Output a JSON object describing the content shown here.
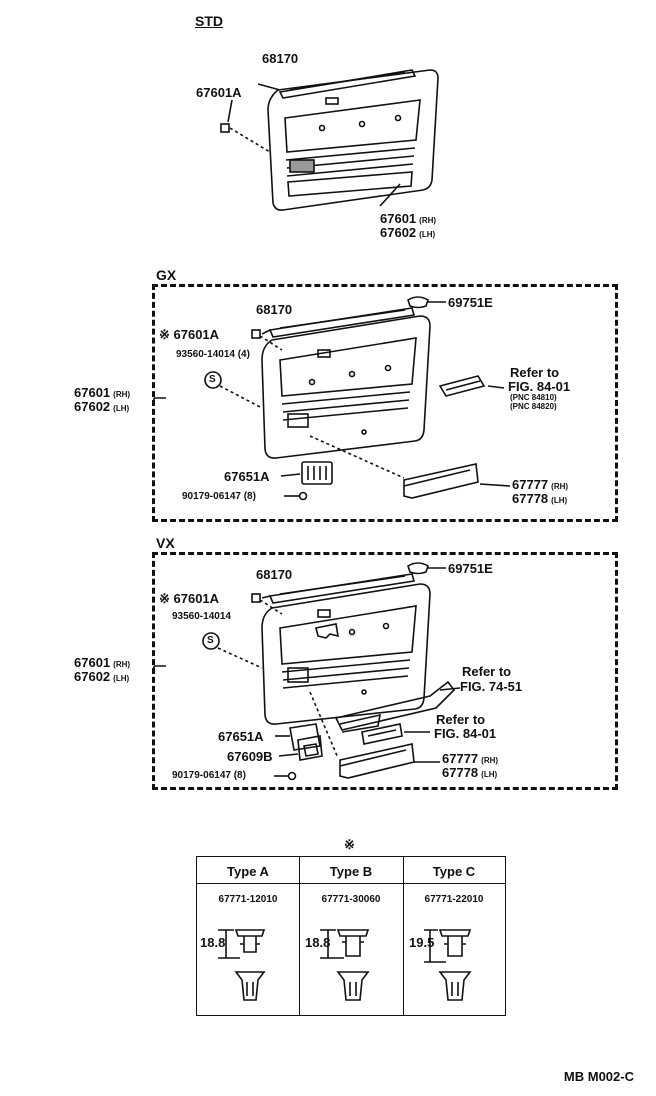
{
  "std": {
    "title": "STD",
    "labels": {
      "p68170": "68170",
      "p67601A": "67601A",
      "p67601": "67601",
      "p67602": "67602",
      "rh": "(RH)",
      "lh": "(LH)"
    }
  },
  "gx": {
    "title": "GX",
    "labels": {
      "p68170": "68170",
      "p69751E": "69751E",
      "p67601A": "※ 67601A",
      "p93560": "93560-14014 (4)",
      "s_symbol": "S",
      "refer1": "Refer to",
      "refer1b": "FIG. 84-01",
      "pnc1": "(PNC 84810)",
      "pnc2": "(PNC 84820)",
      "p67601": "67601",
      "p67602": "67602",
      "rh": "(RH)",
      "lh": "(LH)",
      "p67651A": "67651A",
      "p90179": "90179-06147 (8)",
      "p67777": "67777",
      "p67778": "67778"
    }
  },
  "vx": {
    "title": "VX",
    "labels": {
      "p68170": "68170",
      "p69751E": "69751E",
      "p67601A": "※ 67601A",
      "p93560": "93560-14014",
      "s_symbol": "S",
      "referA": "Refer to",
      "referAb": "FIG. 74-51",
      "referB": "Refer to",
      "referBb": "FIG. 84-01",
      "p67601": "67601",
      "p67602": "67602",
      "rh": "(RH)",
      "lh": "(LH)",
      "p67651A": "67651A",
      "p67609B": "67609B",
      "p90179": "90179-06147 (8)",
      "p67777": "67777",
      "p67778": "67778"
    }
  },
  "table": {
    "mark": "※",
    "types": [
      {
        "name": "Type A",
        "part": "67771-12010",
        "dim": "18.8"
      },
      {
        "name": "Type B",
        "part": "67771-30060",
        "dim": "18.8"
      },
      {
        "name": "Type C",
        "part": "67771-22010",
        "dim": "19.5"
      }
    ]
  },
  "footer": "MB  M002-C"
}
